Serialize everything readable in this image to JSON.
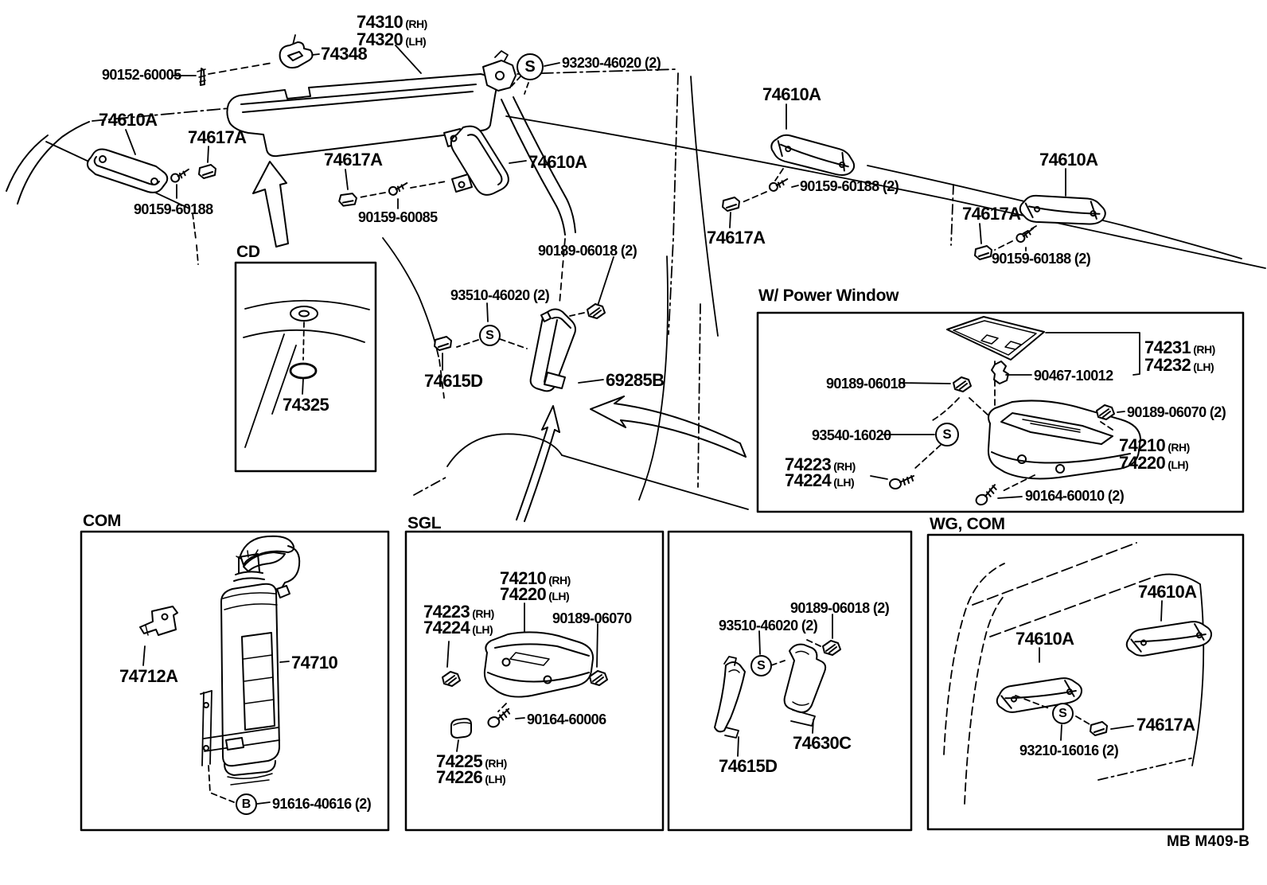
{
  "doc": {
    "type": "parts-diagram",
    "footer_code": "MB  M409-B",
    "line_color": "#000000",
    "bg_color": "#ffffff"
  },
  "sections": {
    "cd": {
      "title": "CD"
    },
    "power_window": {
      "title": "W/ Power Window"
    },
    "com": {
      "title": "COM"
    },
    "sgl": {
      "title": "SGL"
    },
    "wg_com": {
      "title": "WG, COM"
    }
  },
  "markers": {
    "s": "S",
    "b": "B"
  },
  "labels": [
    {
      "text": "90152-60005",
      "sub": ""
    },
    {
      "text": "74348",
      "sub": ""
    },
    {
      "text": "74310",
      "sub": "(RH)"
    },
    {
      "text": "74320",
      "sub": "(LH)"
    },
    {
      "text": "93230-46020 (2)",
      "sub": ""
    },
    {
      "text": "74610A",
      "sub": ""
    },
    {
      "text": "74617A",
      "sub": ""
    },
    {
      "text": "90159-60188",
      "sub": ""
    },
    {
      "text": "74617A",
      "sub": ""
    },
    {
      "text": "90159-60085",
      "sub": ""
    },
    {
      "text": "74610A",
      "sub": ""
    },
    {
      "text": "74610A",
      "sub": ""
    },
    {
      "text": "90159-60188 (2)",
      "sub": ""
    },
    {
      "text": "74617A",
      "sub": ""
    },
    {
      "text": "74610A",
      "sub": ""
    },
    {
      "text": "74617A",
      "sub": ""
    },
    {
      "text": "90159-60188 (2)",
      "sub": ""
    },
    {
      "text": "74325",
      "sub": ""
    },
    {
      "text": "90189-06018 (2)",
      "sub": ""
    },
    {
      "text": "93510-46020 (2)",
      "sub": ""
    },
    {
      "text": "74615D",
      "sub": ""
    },
    {
      "text": "69285B",
      "sub": ""
    },
    {
      "text": "74231",
      "sub": "(RH)"
    },
    {
      "text": "74232",
      "sub": "(LH)"
    },
    {
      "text": "90467-10012",
      "sub": ""
    },
    {
      "text": "90189-06018",
      "sub": ""
    },
    {
      "text": "90189-06070 (2)",
      "sub": ""
    },
    {
      "text": "93540-16020",
      "sub": ""
    },
    {
      "text": "74210",
      "sub": "(RH)"
    },
    {
      "text": "74220",
      "sub": "(LH)"
    },
    {
      "text": "74223",
      "sub": "(RH)"
    },
    {
      "text": "74224",
      "sub": "(LH)"
    },
    {
      "text": "90164-60010 (2)",
      "sub": ""
    },
    {
      "text": "74712A",
      "sub": ""
    },
    {
      "text": "74710",
      "sub": ""
    },
    {
      "text": "91616-40616 (2)",
      "sub": ""
    },
    {
      "text": "74210",
      "sub": "(RH)"
    },
    {
      "text": "74220",
      "sub": "(LH)"
    },
    {
      "text": "74223",
      "sub": "(RH)"
    },
    {
      "text": "74224",
      "sub": "(LH)"
    },
    {
      "text": "90189-06070",
      "sub": ""
    },
    {
      "text": "90164-60006",
      "sub": ""
    },
    {
      "text": "74225",
      "sub": "(RH)"
    },
    {
      "text": "74226",
      "sub": "(LH)"
    },
    {
      "text": "90189-06018 (2)",
      "sub": ""
    },
    {
      "text": "93510-46020 (2)",
      "sub": ""
    },
    {
      "text": "74615D",
      "sub": ""
    },
    {
      "text": "74630C",
      "sub": ""
    },
    {
      "text": "74610A",
      "sub": ""
    },
    {
      "text": "74610A",
      "sub": ""
    },
    {
      "text": "74617A",
      "sub": ""
    },
    {
      "text": "93210-16016 (2)",
      "sub": ""
    }
  ]
}
